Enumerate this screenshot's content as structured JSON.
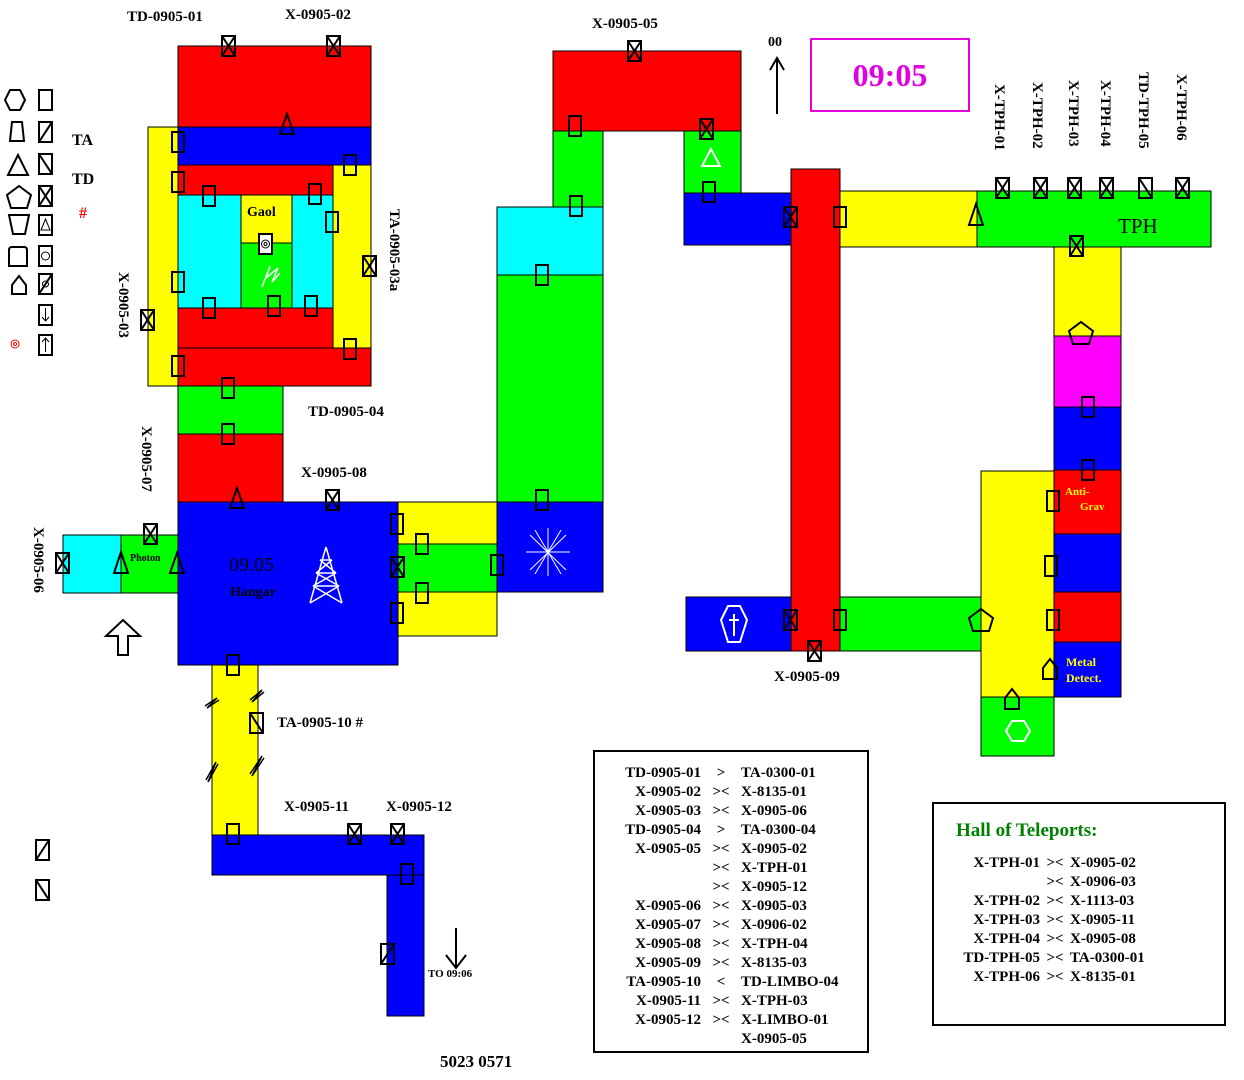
{
  "map": {
    "time": "09:05",
    "north": "00",
    "to_next": "TO 09:06",
    "footer_code": "5023 0571",
    "rooms": {
      "gaol": "Gaol",
      "hangar_num": "09.05",
      "hangar": "Hangar",
      "tph": "TPH",
      "photon": "Photon",
      "anti_grav_1": "Anti-",
      "anti_grav_2": "Grav",
      "metal_1": "Metal",
      "metal_2": "Detect."
    },
    "legend": {
      "ta": "TA",
      "td": "TD",
      "hash": "#"
    },
    "door_labels": {
      "td01": "TD-0905-01",
      "x02": "X-0905-02",
      "x05": "X-0905-05",
      "ta03a": "TA-0905-03a",
      "x03": "X-0905-03",
      "td04": "TD-0905-04",
      "x07": "X-0905-07",
      "x08": "X-0905-08",
      "x06": "X-0905-06",
      "ta10": "TA-0905-10 #",
      "x11": "X-0905-11",
      "x12": "X-0905-12",
      "x09": "X-0905-09",
      "tph01": "X-TPH-01",
      "tph02": "X-TPH-02",
      "tph03": "X-TPH-03",
      "tph04": "X-TPH-04",
      "tph05": "TD-TPH-05",
      "tph06": "X-TPH-06"
    }
  },
  "routes": [
    {
      "from": "TD-0905-01",
      "sym": ">",
      "to": "TA-0300-01"
    },
    {
      "from": "X-0905-02",
      "sym": "><",
      "to": "X-8135-01"
    },
    {
      "from": "X-0905-03",
      "sym": "><",
      "to": "X-0905-06"
    },
    {
      "from": "TD-0905-04",
      "sym": ">",
      "to": "TA-0300-04"
    },
    {
      "from": "X-0905-05",
      "sym": "><",
      "to": "X-0905-02"
    },
    {
      "from": "",
      "sym": "><",
      "to": "X-TPH-01"
    },
    {
      "from": "",
      "sym": "><",
      "to": "X-0905-12"
    },
    {
      "from": "X-0905-06",
      "sym": "><",
      "to": "X-0905-03"
    },
    {
      "from": "X-0905-07",
      "sym": "><",
      "to": "X-0906-02"
    },
    {
      "from": "X-0905-08",
      "sym": "><",
      "to": "X-TPH-04"
    },
    {
      "from": "X-0905-09",
      "sym": "><",
      "to": "X-8135-03"
    },
    {
      "from": "TA-0905-10",
      "sym": "<",
      "to": "TD-LIMBO-04"
    },
    {
      "from": "X-0905-11",
      "sym": "><",
      "to": "X-TPH-03"
    },
    {
      "from": "X-0905-12",
      "sym": "><",
      "to": "X-LIMBO-01"
    },
    {
      "from": "",
      "sym": "",
      "to": "X-0905-05"
    }
  ],
  "hall": {
    "title": "Hall of Teleports:",
    "rows": [
      {
        "from": "X-TPH-01",
        "sym": "><",
        "to": "X-0905-02"
      },
      {
        "from": "",
        "sym": "><",
        "to": "X-0906-03"
      },
      {
        "from": "X-TPH-02",
        "sym": "><",
        "to": "X-1113-03"
      },
      {
        "from": "X-TPH-03",
        "sym": "><",
        "to": "X-0905-11"
      },
      {
        "from": "X-TPH-04",
        "sym": "><",
        "to": "X-0905-08"
      },
      {
        "from": "TD-TPH-05",
        "sym": "><",
        "to": "TA-0300-01"
      },
      {
        "from": "X-TPH-06",
        "sym": "><",
        "to": "X-8135-01"
      }
    ]
  },
  "colors": {
    "red": "#ff0000",
    "blue": "#0000ff",
    "yellow": "#ffff00",
    "green": "#00ff00",
    "cyan": "#00ffff",
    "magenta": "#ff00ff",
    "time": "#e000e0",
    "hall_title": "#008000"
  }
}
